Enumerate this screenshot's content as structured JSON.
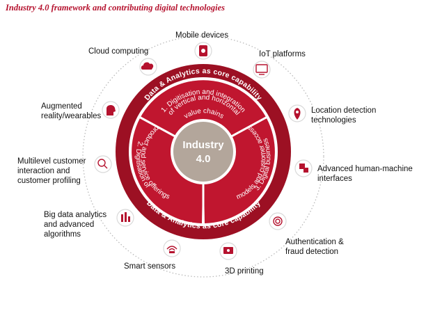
{
  "title": "Industry 4.0 framework and contributing digital technologies",
  "center": {
    "line1": "Industry",
    "line2": "4.0"
  },
  "ring": {
    "top": "Data & Analytics as core capability",
    "bottom": "Data & Analytics as core capability"
  },
  "segments": {
    "s1": {
      "line1": "1. Digitisation and integration",
      "line2": "of vertical and horizontal",
      "line3": "value chains"
    },
    "s2": {
      "line1": "2. Digitisation of",
      "line2": "product and service offerings"
    },
    "s3": {
      "line1": "3. Digital business",
      "line2": "models and customer access"
    }
  },
  "technologies": {
    "mobile": {
      "lines": [
        "Mobile devices"
      ],
      "icon": "mobile-devices-icon"
    },
    "iot": {
      "lines": [
        "IoT platforms"
      ],
      "icon": "iot-platform-icon"
    },
    "location": {
      "lines": [
        "Location detection",
        "technologies"
      ],
      "icon": "location-pin-icon"
    },
    "hmi": {
      "lines": [
        "Advanced human-machine",
        "interfaces"
      ],
      "icon": "human-machine-icon"
    },
    "auth": {
      "lines": [
        "Authentication &",
        "fraud detection"
      ],
      "icon": "fingerprint-icon"
    },
    "printing": {
      "lines": [
        "3D printing"
      ],
      "icon": "3d-printer-icon"
    },
    "sensors": {
      "lines": [
        "Smart sensors"
      ],
      "icon": "sensor-icon"
    },
    "bigdata": {
      "lines": [
        "Big data analytics",
        "and advanced",
        "algorithms"
      ],
      "icon": "data-analytics-icon"
    },
    "profiling": {
      "lines": [
        "Multilevel customer",
        "interaction and",
        "customer profiling"
      ],
      "icon": "customer-profile-icon"
    },
    "ar": {
      "lines": [
        "Augmented",
        "reality/wearables"
      ],
      "icon": "head-wearable-icon"
    },
    "cloud": {
      "lines": [
        "Cloud computing"
      ],
      "icon": "cloud-icon"
    }
  },
  "colors": {
    "accent": "#b5122e",
    "outer_ring": "#9c1023",
    "segment": "#c0162f",
    "center": "#b3a69b",
    "dotted_circle": "#b9b9b9"
  }
}
